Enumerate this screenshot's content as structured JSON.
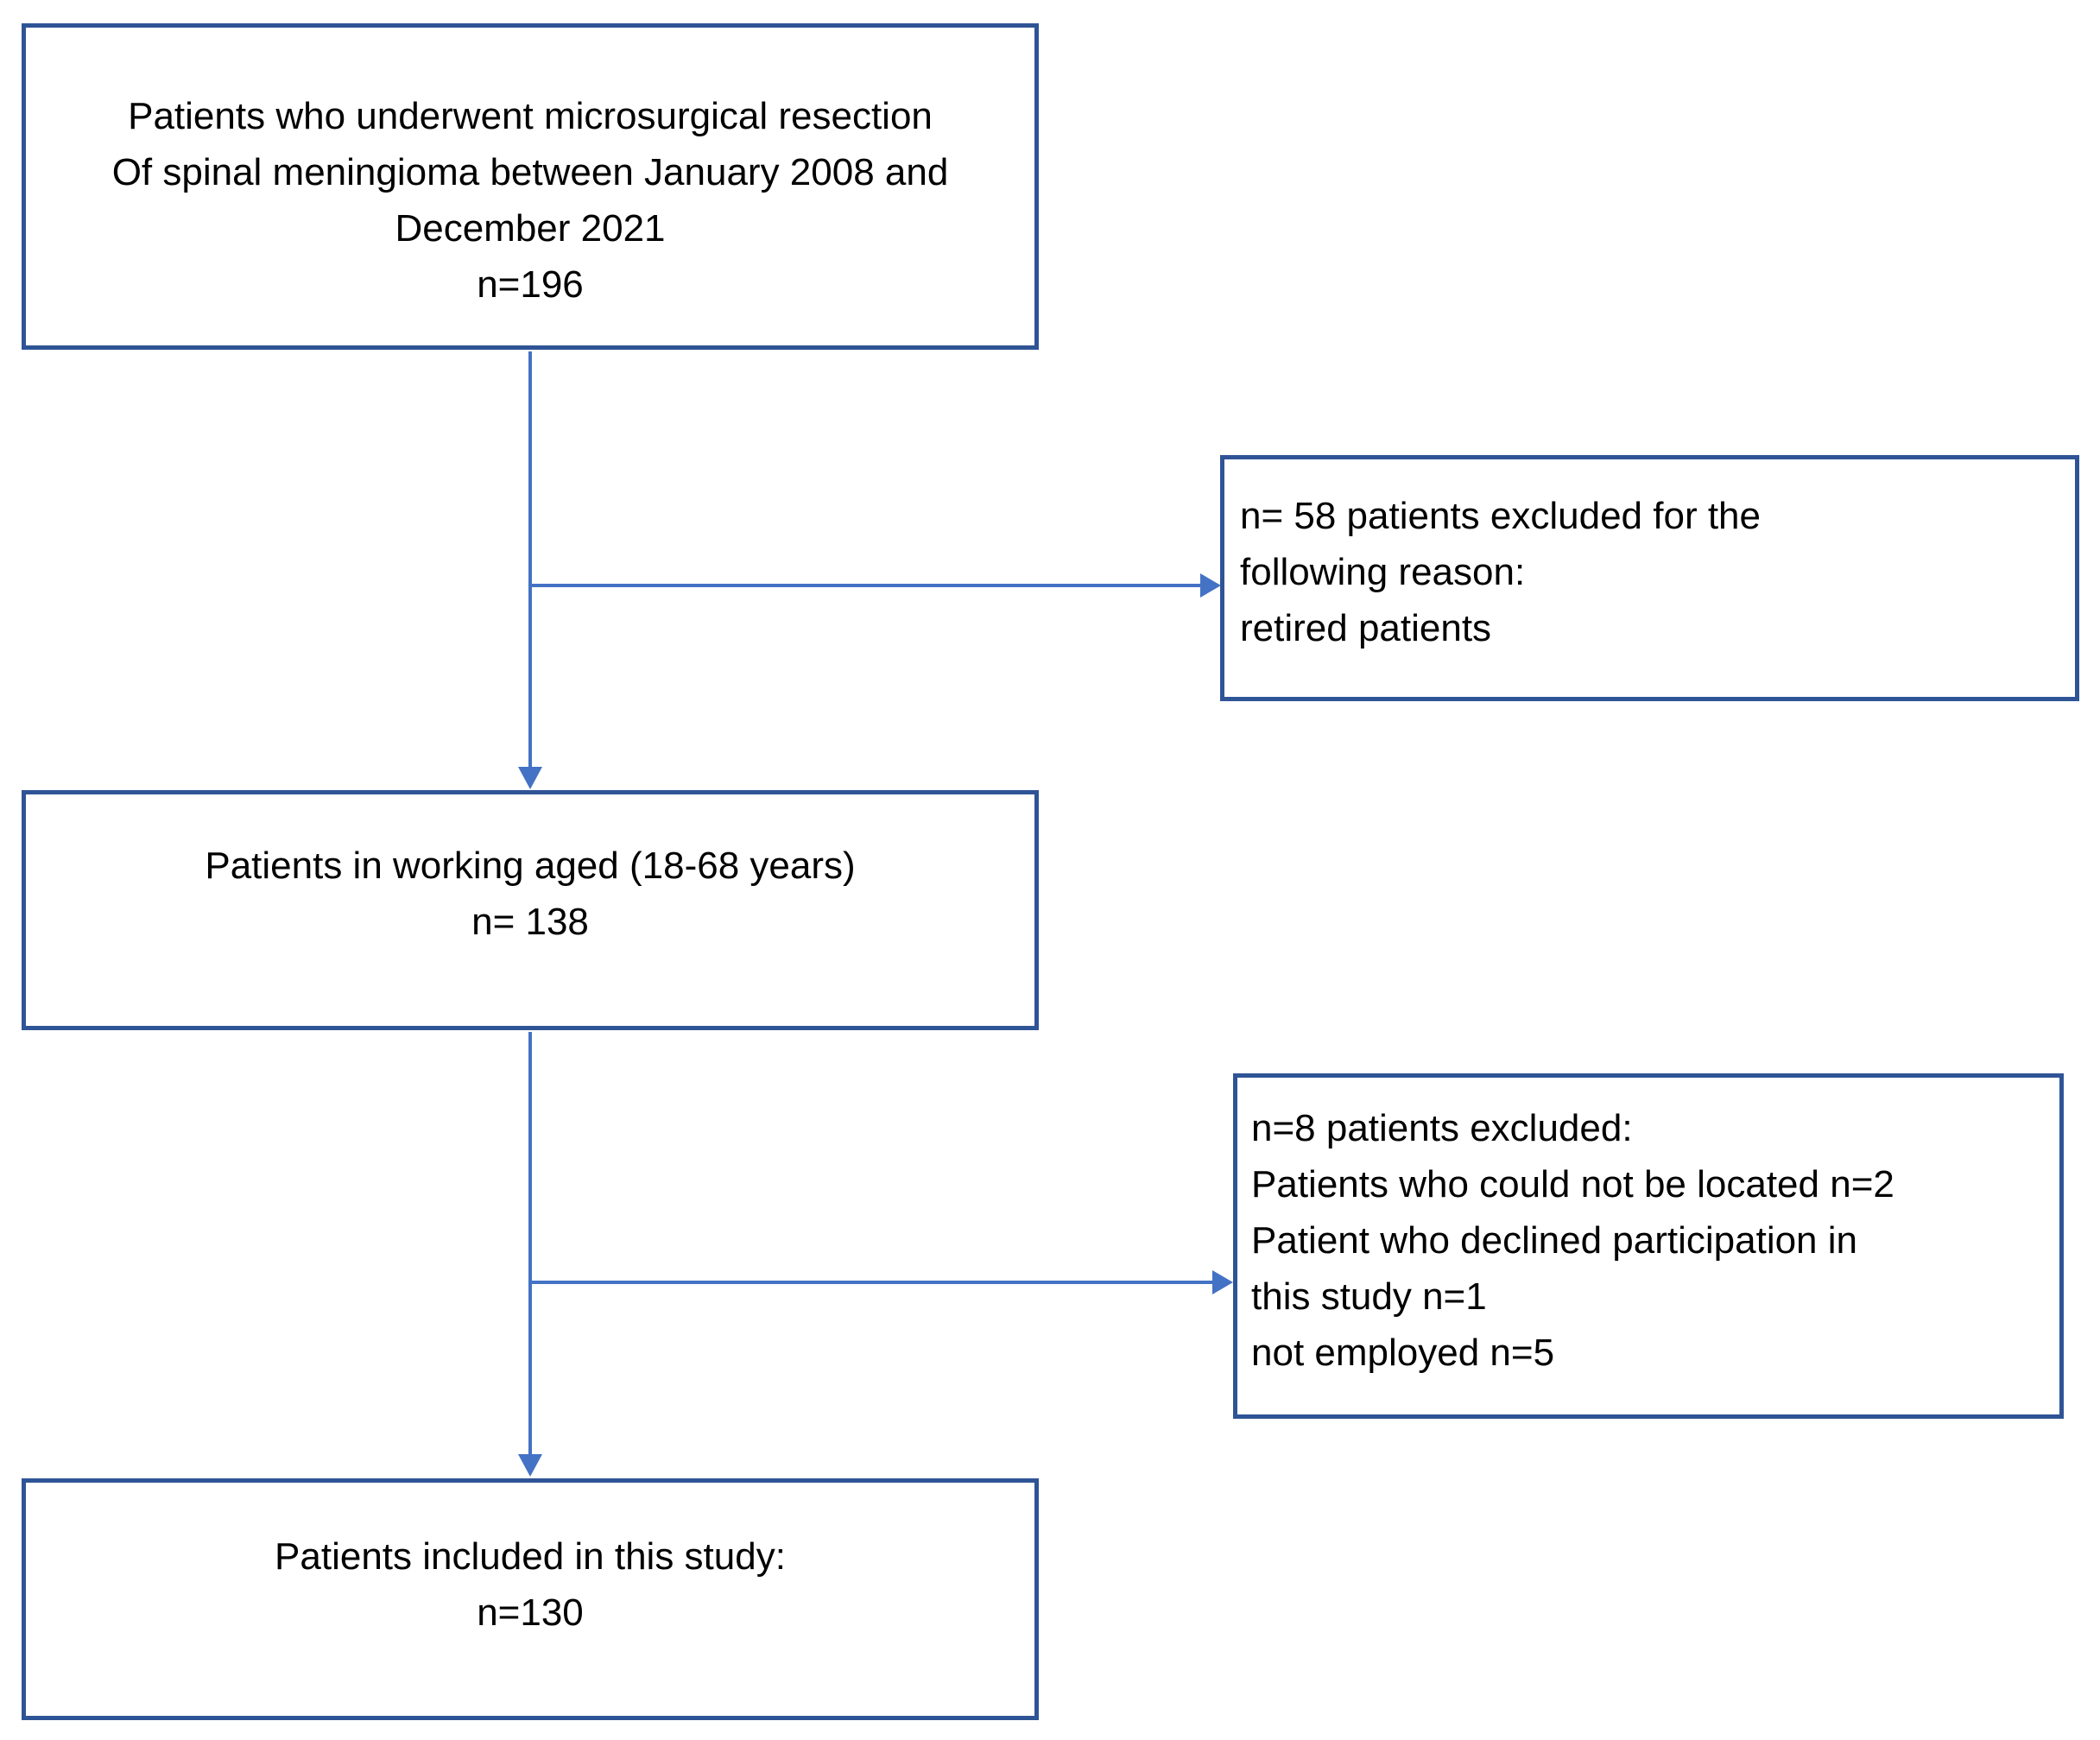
{
  "theme": {
    "box_border_color": "#2F5496",
    "connector_color": "#4472C4",
    "text_color": "#000000",
    "background_color": "#FFFFFF"
  },
  "flowchart": {
    "nodes": [
      {
        "id": "total-cohort",
        "lines": [
          "Patients who underwent microsurgical resection",
          "Of spinal meningioma between January 2008 and",
          "December 2021",
          "n=196"
        ]
      },
      {
        "id": "excluded-retired",
        "lines": [
          "n= 58 patients excluded for the",
          "following reason:",
          "retired patients"
        ]
      },
      {
        "id": "working-age",
        "lines": [
          "Patients in working aged (18-68 years)",
          "n= 138"
        ]
      },
      {
        "id": "excluded-other",
        "lines": [
          "n=8 patients excluded:",
          "Patients who could not be located n=2",
          "Patient who declined participation in",
          "this study n=1",
          "not employed n=5"
        ]
      },
      {
        "id": "included",
        "lines": [
          "Patients included in this study:",
          "n=130"
        ]
      }
    ],
    "edges": [
      {
        "from": "total-cohort",
        "to": "working-age",
        "type": "arrow-down"
      },
      {
        "from": "total-cohort",
        "to": "excluded-retired",
        "type": "arrow-right"
      },
      {
        "from": "working-age",
        "to": "included",
        "type": "arrow-down"
      },
      {
        "from": "working-age",
        "to": "excluded-other",
        "type": "arrow-right"
      }
    ]
  }
}
